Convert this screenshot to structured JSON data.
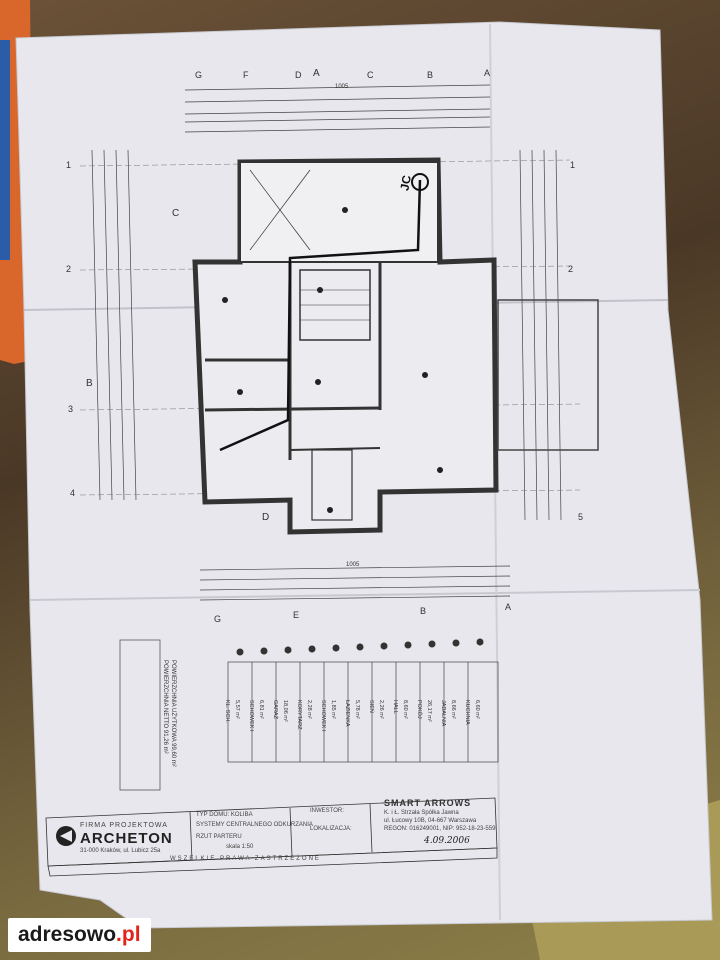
{
  "photo": {
    "subject": "Photograph of a printed architectural floor plan sheet on a table",
    "watermark_text": "adresowo",
    "watermark_domain": ".pl"
  },
  "plan": {
    "axis_letters": [
      "G",
      "F",
      "E",
      "D",
      "C",
      "B",
      "A"
    ],
    "axis_numbers": [
      "1",
      "2",
      "3",
      "4",
      "5"
    ],
    "section_marks": [
      "A",
      "B",
      "C",
      "D"
    ],
    "dim_top_total": "1005",
    "dim_bottom_total": "1005",
    "room_label": "JC",
    "legend_area_title": "POWIERZCHNIA UŻYTKOWA",
    "legend_area_value": "99,60 m²",
    "legend_net_title": "POWIERZCHNIA NETTO",
    "legend_net_value": "91,26 m²",
    "rooms": [
      {
        "name": "KL. SCH.",
        "area": "5,57 m²"
      },
      {
        "name": "SCHOWEK I",
        "area": "6,81 m²"
      },
      {
        "name": "GARAŻ",
        "area": "18,06 m²"
      },
      {
        "name": "KORYTARZ",
        "area": "2,28 m²"
      },
      {
        "name": "SCHOWEK I",
        "area": "1,85 m²"
      },
      {
        "name": "ŁAZIENKA",
        "area": "5,78 m²"
      },
      {
        "name": "SIEŃ",
        "area": "2,26 m²"
      },
      {
        "name": "HALL",
        "area": "8,60 m²"
      },
      {
        "name": "POKÓJ",
        "area": "26,17 m²"
      },
      {
        "name": "JADALNIA",
        "area": "8,66 m²"
      },
      {
        "name": "KUCHNIA",
        "area": "6,60 m²"
      }
    ]
  },
  "title_block": {
    "firm_label": "FIRMA PROJEKTOWA",
    "firm_name": "ARCHETON",
    "firm_address": "31-000 Kraków, ul. Lubicz 25a",
    "project_type": "TYP DOMU: KOLIBA",
    "systems": "SYSTEMY CENTRALNEGO ODKURZANIA",
    "drawing": "RZUT PARTERU",
    "scale": "skala 1:50",
    "investor_label": "INWESTOR:",
    "location_label": "LOKALIZACJA:",
    "company": "SMART ARROWS",
    "company_sub": "K. i Ł. Strzała Spółka Jawna",
    "company_addr": "ul. Łucowy 10B, 04-667 Warszawa",
    "company_ids": "REGON: 016249001, NIP: 952-18-23-559",
    "date": "4.09.2006",
    "rights": "WSZELKIE PRAWA ZASTRZEŻONE"
  },
  "colors": {
    "paper": "#e9e9ee",
    "ink": "#3a3a3a",
    "table": "#5a4632",
    "book_orange": "#d9662a"
  }
}
